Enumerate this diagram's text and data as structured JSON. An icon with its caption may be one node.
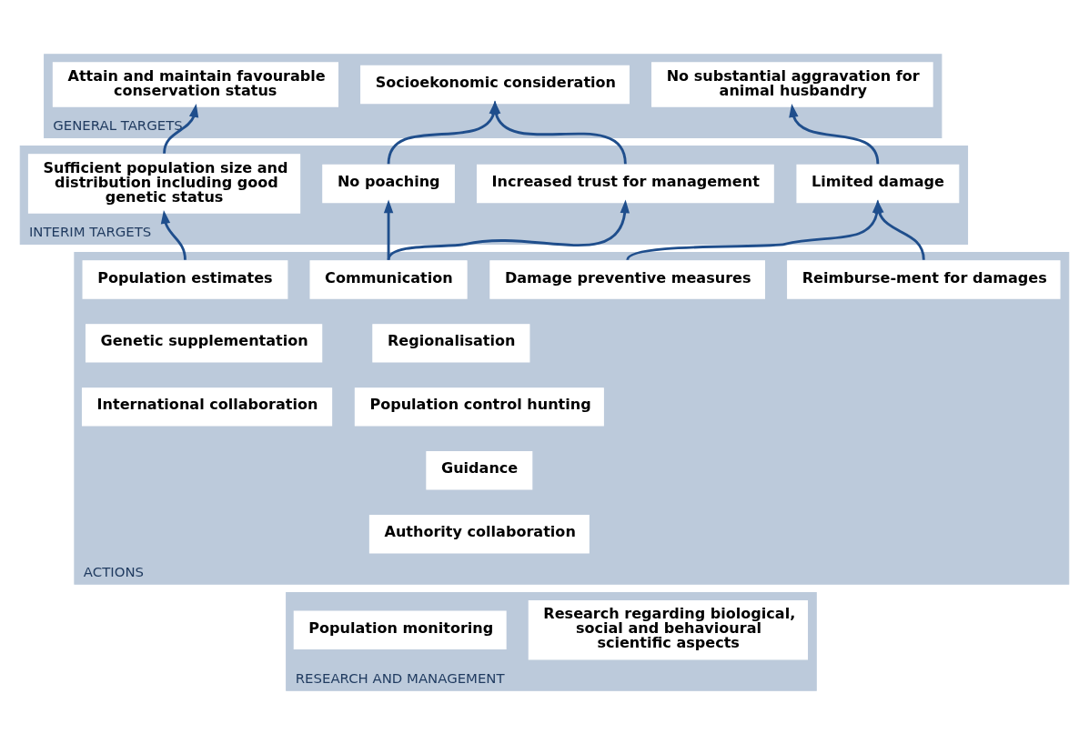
{
  "diagram": {
    "nodes": [
      {
        "text": [
          "GENERAL TARGETS"
        ]
      },
      {
        "text": [
          "Attain and maintain favourable conservation status"
        ],
        "in": 0
      },
      {
        "text": [
          "No substantial aggravation for animal husbandry"
        ],
        "in": 0
      },
      {
        "text": [
          "Socioekonomic consideration"
        ],
        "in": 0
      },
      {
        "text": [
          "INTERIM TARGETS"
        ]
      },
      {
        "text": [
          "Sufficient population size and distribution including good genetic status"
        ],
        "in": 4
      },
      {
        "text": [
          "Limited damage"
        ],
        "in": 4
      },
      {
        "text": [
          "Increased trust for management"
        ],
        "in": 4
      },
      {
        "text": [
          "No poaching"
        ],
        "in": 4
      },
      {
        "text": [
          "ACTIONS"
        ]
      },
      {
        "text": [
          "Population estimates"
        ],
        "in": 9
      },
      {
        "text": [
          "Genetic supplementation"
        ],
        "in": 9
      },
      {
        "text": [
          "International collaboration"
        ],
        "in": 9
      },
      {
        "text": [
          "Damage preventive measures"
        ],
        "in": 9
      },
      {
        "text": [
          "Reimburse-ment for damages"
        ],
        "in": 9
      },
      {
        "text": [
          "Communication"
        ],
        "in": 9
      },
      {
        "text": [
          "Regionalisation"
        ],
        "in": 9
      },
      {
        "text": [
          "Population control hunting"
        ],
        "in": 9
      },
      {
        "text": [
          "Guidance"
        ],
        "in": 9
      },
      {
        "text": [
          "Authority collaboration"
        ],
        "in": 9
      },
      {
        "text": [
          "RESEARCH AND MANAGEMENT"
        ]
      },
      {
        "text": [
          "Population monitoring"
        ],
        "in": 20
      },
      {
        "text": [
          "Research regarding biological, social and behavioural scientific aspects"
        ],
        "in": 20
      }
    ],
    "edges": [
      {
        "from": 5,
        "to": 1,
        "arrow": "to"
      },
      {
        "from": 6,
        "to": 2,
        "arrow": "to"
      },
      {
        "from": 7,
        "to": 3,
        "arrow": "to"
      },
      {
        "from": 8,
        "to": 3,
        "arrow": "to"
      },
      {
        "from": 10,
        "to": 5,
        "arrow": "to"
      },
      {
        "from": 13,
        "to": 6,
        "arrow": "to"
      },
      {
        "from": 14,
        "to": 6,
        "arrow": "to"
      },
      {
        "from": 15,
        "to": 7,
        "arrow": "to"
      },
      {
        "from": 15,
        "to": 8,
        "arrow": "to"
      }
    ]
  }
}
